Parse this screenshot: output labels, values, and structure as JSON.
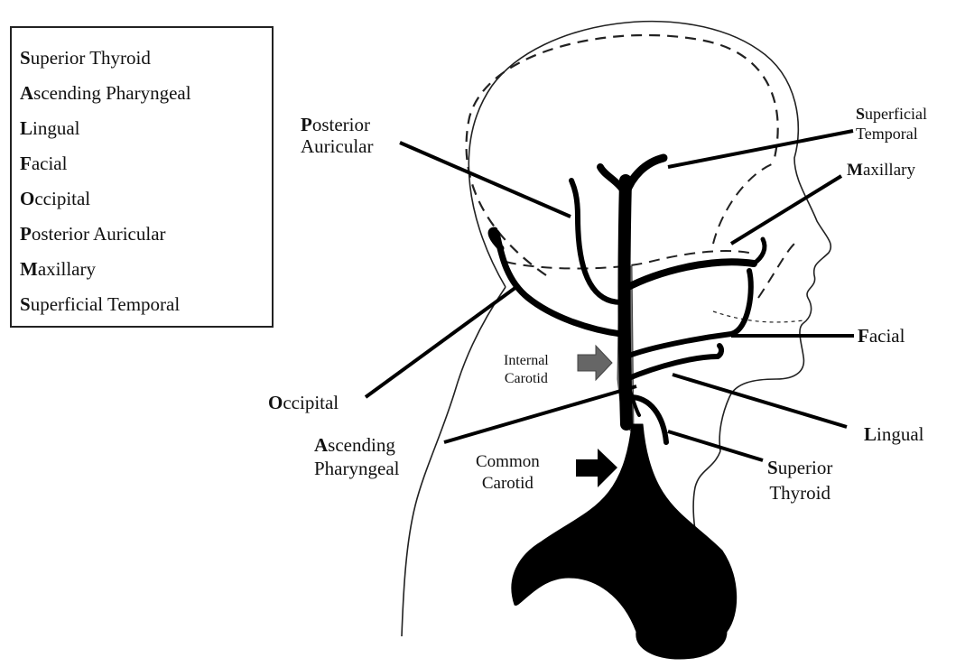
{
  "legend": {
    "items": [
      {
        "initial": "S",
        "rest": "uperior Thyroid"
      },
      {
        "initial": "A",
        "rest": "scending Pharyngeal"
      },
      {
        "initial": "L",
        "rest": "ingual"
      },
      {
        "initial": "F",
        "rest": "acial"
      },
      {
        "initial": "O",
        "rest": "ccipital"
      },
      {
        "initial": "P",
        "rest": "osterior Auricular"
      },
      {
        "initial": "M",
        "rest": "axillary"
      },
      {
        "initial": "S",
        "rest": "uperficial Temporal"
      }
    ]
  },
  "labels": {
    "posterior_auricular": {
      "initial": "P",
      "line1_rest": "osterior",
      "line2": "Auricular"
    },
    "superficial_temporal": {
      "initial": "S",
      "line1_rest": "uperficial",
      "line2": "Temporal"
    },
    "maxillary": {
      "initial": "M",
      "rest": "axillary"
    },
    "facial": {
      "initial": "F",
      "rest": "acial"
    },
    "internal_carotid": {
      "line1": "Internal",
      "line2": "Carotid"
    },
    "occipital": {
      "initial": "O",
      "rest": "ccipital"
    },
    "lingual": {
      "initial": "L",
      "rest": "ingual"
    },
    "ascending_pharyngeal": {
      "initial": "A",
      "line1_rest": "scending",
      "line2": "Pharyngeal"
    },
    "common_carotid": {
      "line1": "Common",
      "line2": "Carotid"
    },
    "superior_thyroid": {
      "initial": "S",
      "line1_rest": "uperior",
      "line2": "Thyroid"
    }
  }
}
